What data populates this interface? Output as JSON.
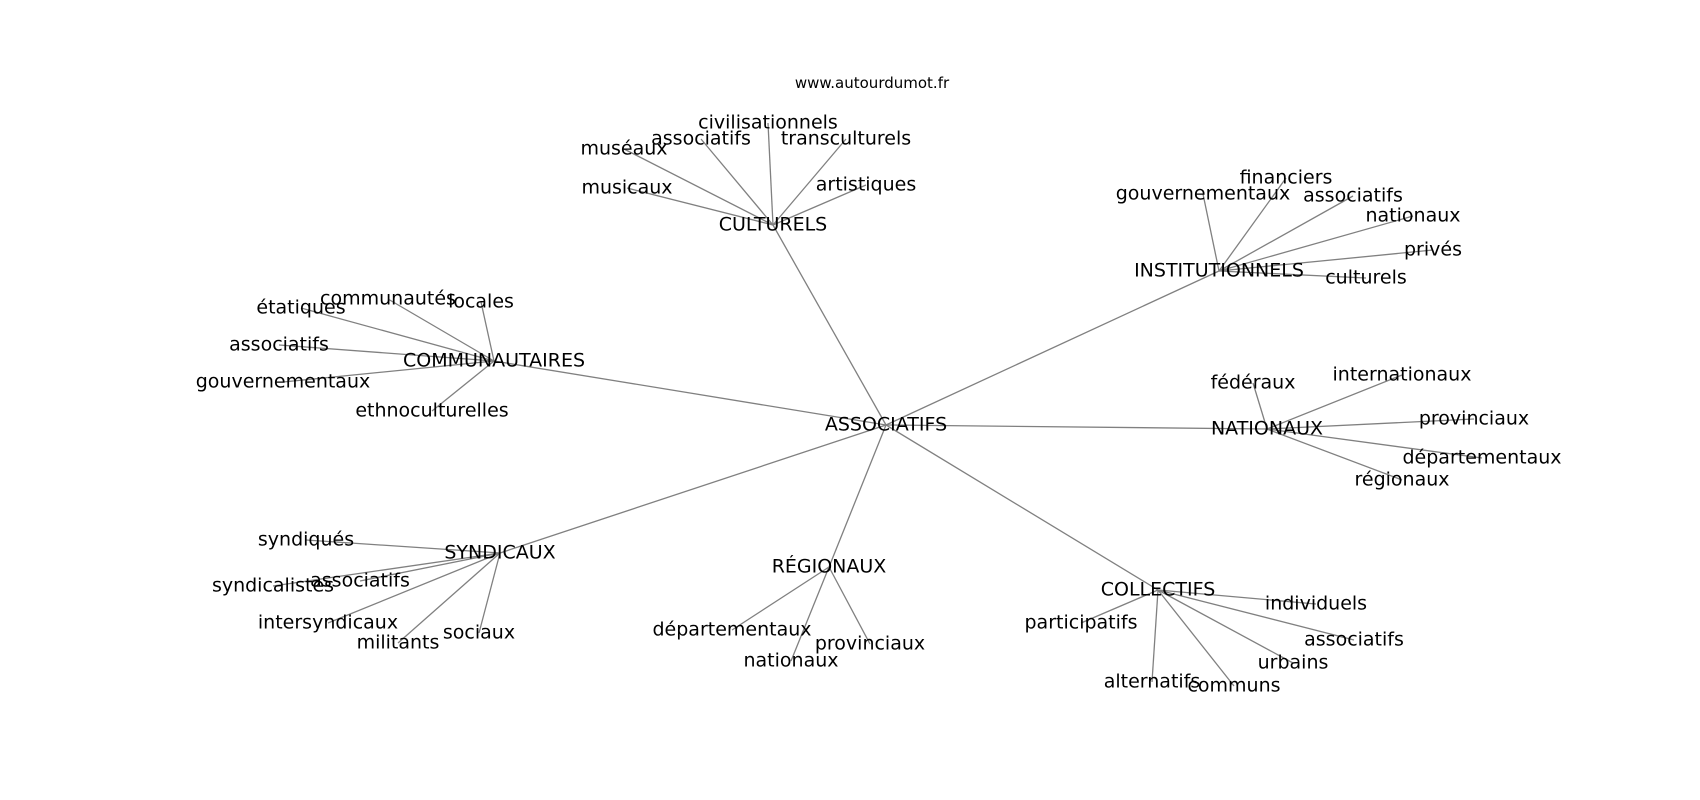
{
  "header": {
    "source": "www.autourdumot.fr"
  },
  "colors": {
    "edge": "#808080",
    "text": "#000000",
    "background": "#ffffff"
  },
  "graph": {
    "hub": "ASSOCIATIFS",
    "clusters": [
      {
        "id": "culturels",
        "label": "CULTURELS",
        "leaves": [
          "civilisationnels",
          "associatifs",
          "transculturels",
          "muséaux",
          "musicaux",
          "artistiques"
        ]
      },
      {
        "id": "institutionnels",
        "label": "INSTITUTIONNELS",
        "leaves": [
          "financiers",
          "gouvernementaux",
          "associatifs",
          "nationaux",
          "privés",
          "culturels"
        ]
      },
      {
        "id": "communautaires",
        "label": "COMMUNAUTAIRES",
        "leaves": [
          "communautés",
          "locales",
          "étatiques",
          "associatifs",
          "gouvernementaux",
          "ethnoculturelles"
        ]
      },
      {
        "id": "nationaux",
        "label": "NATIONAUX",
        "leaves": [
          "fédéraux",
          "internationaux",
          "provinciaux",
          "départementaux",
          "régionaux"
        ]
      },
      {
        "id": "syndicaux",
        "label": "SYNDICAUX",
        "leaves": [
          "syndiqués",
          "syndicalistes",
          "associatifs",
          "intersyndicaux",
          "militants",
          "sociaux"
        ]
      },
      {
        "id": "regionaux",
        "label": "RÉGIONAUX",
        "leaves": [
          "départementaux",
          "nationaux",
          "provinciaux"
        ]
      },
      {
        "id": "collectifs",
        "label": "COLLECTIFS",
        "leaves": [
          "participatifs",
          "individuels",
          "associatifs",
          "urbains",
          "alternatifs",
          "communs"
        ]
      }
    ]
  }
}
